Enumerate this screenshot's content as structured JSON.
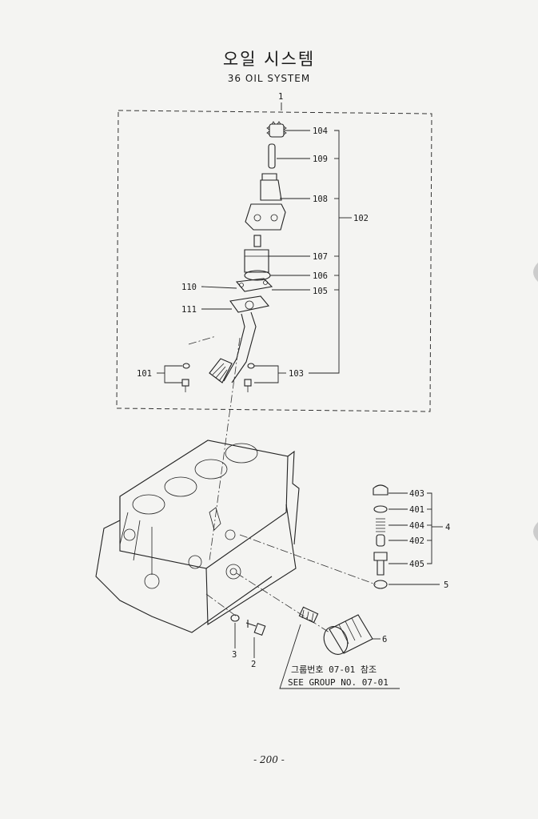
{
  "header": {
    "title_korean": "오일 시스템",
    "title_english": "36 OIL SYSTEM"
  },
  "callouts": {
    "c1": "1",
    "c101": "101",
    "c102": "102",
    "c103": "103",
    "c104": "104",
    "c105": "105",
    "c106": "106",
    "c107": "107",
    "c108": "108",
    "c109": "109",
    "c110": "110",
    "c111": "111",
    "c2": "2",
    "c3": "3",
    "c4": "4",
    "c401": "401",
    "c402": "402",
    "c403": "403",
    "c404": "404",
    "c405": "405",
    "c5": "5",
    "c6": "6"
  },
  "note": {
    "korean": "그룹번호 07-01 참조",
    "english": "SEE GROUP NO. 07-01"
  },
  "footer": {
    "page": "- 200 -"
  }
}
